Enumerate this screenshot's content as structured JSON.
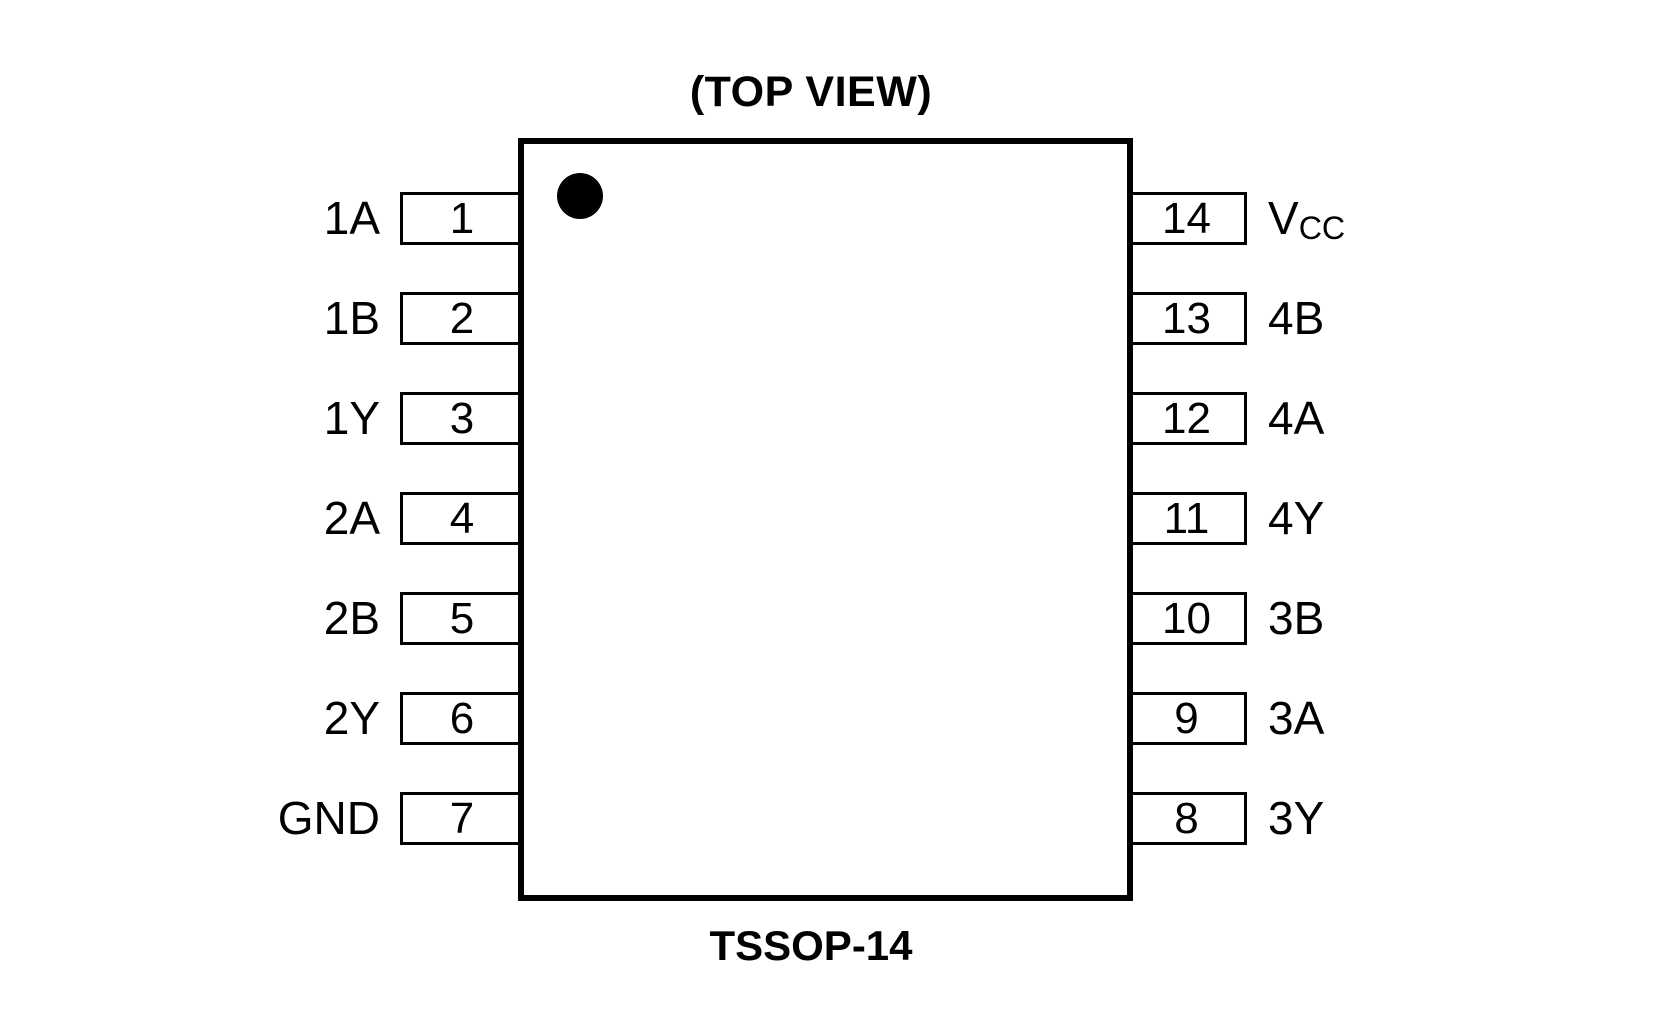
{
  "diagram": {
    "title": "(TOP VIEW)",
    "package_label": "TSSOP-14",
    "pin1_marker": "filled-circle",
    "colors": {
      "line": "#000000",
      "background": "#ffffff",
      "text": "#000000"
    },
    "left_pins": [
      {
        "number": "1",
        "label": "1A"
      },
      {
        "number": "2",
        "label": "1B"
      },
      {
        "number": "3",
        "label": "1Y"
      },
      {
        "number": "4",
        "label": "2A"
      },
      {
        "number": "5",
        "label": "2B"
      },
      {
        "number": "6",
        "label": "2Y"
      },
      {
        "number": "7",
        "label": "GND"
      }
    ],
    "right_pins": [
      {
        "number": "14",
        "label_main": "V",
        "label_sub": "CC"
      },
      {
        "number": "13",
        "label_main": "4B",
        "label_sub": ""
      },
      {
        "number": "12",
        "label_main": "4A",
        "label_sub": ""
      },
      {
        "number": "11",
        "label_main": "4Y",
        "label_sub": ""
      },
      {
        "number": "10",
        "label_main": "3B",
        "label_sub": ""
      },
      {
        "number": "9",
        "label_main": "3A",
        "label_sub": ""
      },
      {
        "number": "8",
        "label_main": "3Y",
        "label_sub": ""
      }
    ]
  }
}
